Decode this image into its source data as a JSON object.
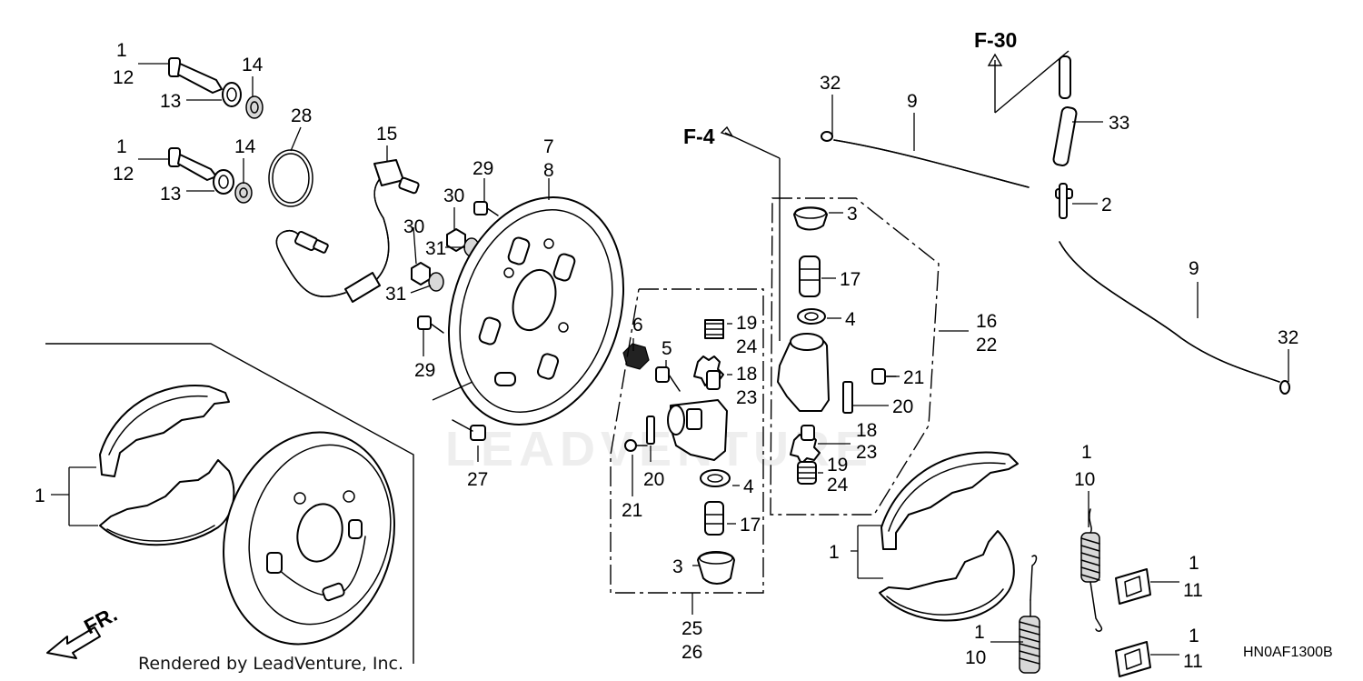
{
  "watermark": "LEADVENTURE",
  "credit": "Rendered by LeadVenture, Inc.",
  "diagram_code": "HN0AF1300B",
  "direction_label": "FR.",
  "refs": {
    "f30": "F-30",
    "f4": "F-4"
  },
  "callouts": {
    "c1a": "1",
    "c12a": "12",
    "c13a": "13",
    "c14a": "14",
    "c1b": "1",
    "c12b": "12",
    "c13b": "13",
    "c14b": "14",
    "c28": "28",
    "c15": "15",
    "c29a": "29",
    "c30a": "30",
    "c30b": "30",
    "c31a": "31",
    "c31b": "31",
    "c29b": "29",
    "c7": "7",
    "c8": "8",
    "c27": "27",
    "c1c": "1",
    "c6": "6",
    "c5": "5",
    "c19a": "19",
    "c24a": "24",
    "c18a": "18",
    "c23a": "23",
    "c20a": "20",
    "c21a": "21",
    "c4a": "4",
    "c17a": "17",
    "c3a": "3",
    "c25": "25",
    "c26": "26",
    "c3b": "3",
    "c17b": "17",
    "c4b": "4",
    "c16": "16",
    "c22": "22",
    "c21b": "21",
    "c20b": "20",
    "c18b": "18",
    "c23b": "23",
    "c19b": "19",
    "c24b": "24",
    "c32a": "32",
    "c9a": "9",
    "c33": "33",
    "c2": "2",
    "c9b": "9",
    "c32b": "32",
    "c1d": "1",
    "c1e": "1",
    "c10a": "10",
    "c1f": "1",
    "c11a": "11",
    "c1g": "1",
    "c10b": "10",
    "c1h": "1",
    "c11b": "11"
  }
}
